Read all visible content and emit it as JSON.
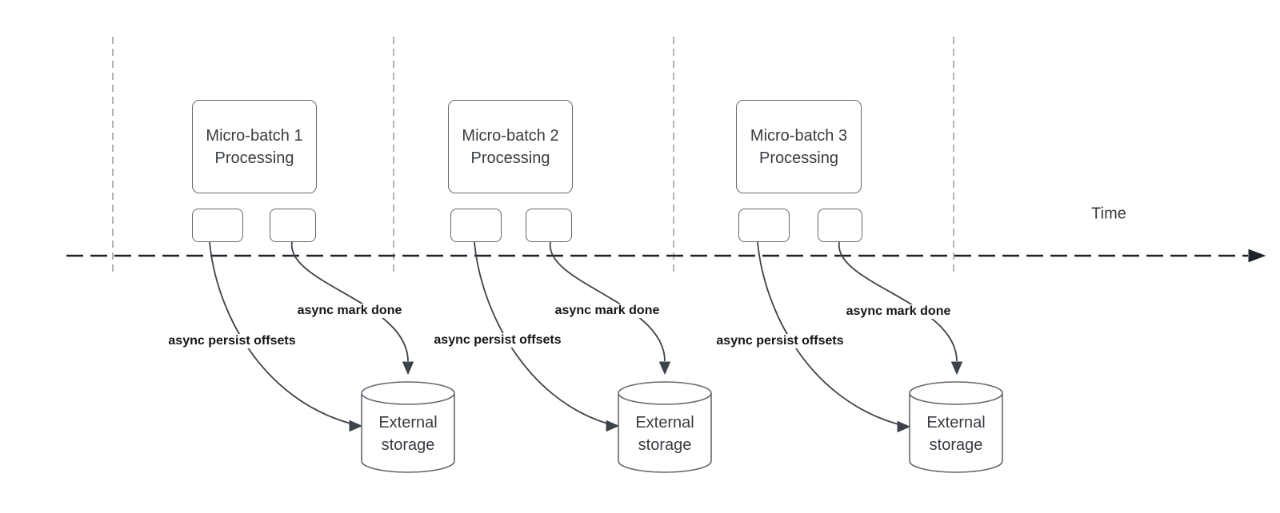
{
  "colors": {
    "background": "#ffffff",
    "shape_border": "#63686e",
    "shape_text": "#383c41",
    "edge": "#3d434b",
    "edge_label_text": "#131619",
    "timeline": "#1f2329",
    "guide": "#ababab"
  },
  "timeline": {
    "label": "Time"
  },
  "batches": [
    {
      "processing_box": {
        "line1": "Micro-batch 1",
        "line2": "Processing"
      },
      "offsets_arrow_label": "async persist offsets",
      "mark_done_arrow_label": "async mark done",
      "storage_box": {
        "line1": "External",
        "line2": "storage"
      }
    },
    {
      "processing_box": {
        "line1": "Micro-batch 2",
        "line2": "Processing"
      },
      "offsets_arrow_label": "async persist offsets",
      "mark_done_arrow_label": "async mark done",
      "storage_box": {
        "line1": "External",
        "line2": "storage"
      }
    },
    {
      "processing_box": {
        "line1": "Micro-batch 3",
        "line2": "Processing"
      },
      "offsets_arrow_label": "async persist offsets",
      "mark_done_arrow_label": "async mark done",
      "storage_box": {
        "line1": "External",
        "line2": "storage"
      }
    }
  ]
}
